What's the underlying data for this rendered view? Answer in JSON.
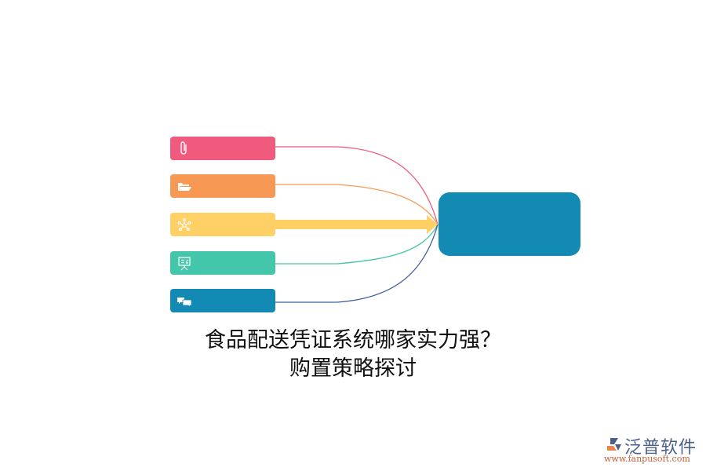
{
  "diagram": {
    "title_line1": "食品配送凭证系统哪家实力强？",
    "title_line2": "购置策略探讨",
    "items": [
      {
        "icon": "paperclip-icon",
        "color": "#f05a7c",
        "line_color": "#f05a7c",
        "label": ""
      },
      {
        "icon": "folder-icon",
        "color": "#f79955",
        "line_color": "#f79955",
        "label": ""
      },
      {
        "icon": "network-icon",
        "color": "#ffd066",
        "line_color": "#ffd066",
        "label": ""
      },
      {
        "icon": "presentation-icon",
        "color": "#43c6a9",
        "line_color": "#43c6a9",
        "label": ""
      },
      {
        "icon": "chat-icon",
        "color": "#138ab4",
        "line_color": "#3a5fa0",
        "label": ""
      }
    ],
    "center": {
      "color": "#138ab4",
      "label": ""
    }
  },
  "logo": {
    "brand": "泛普软件",
    "url": "www.fanpusoft.com"
  }
}
